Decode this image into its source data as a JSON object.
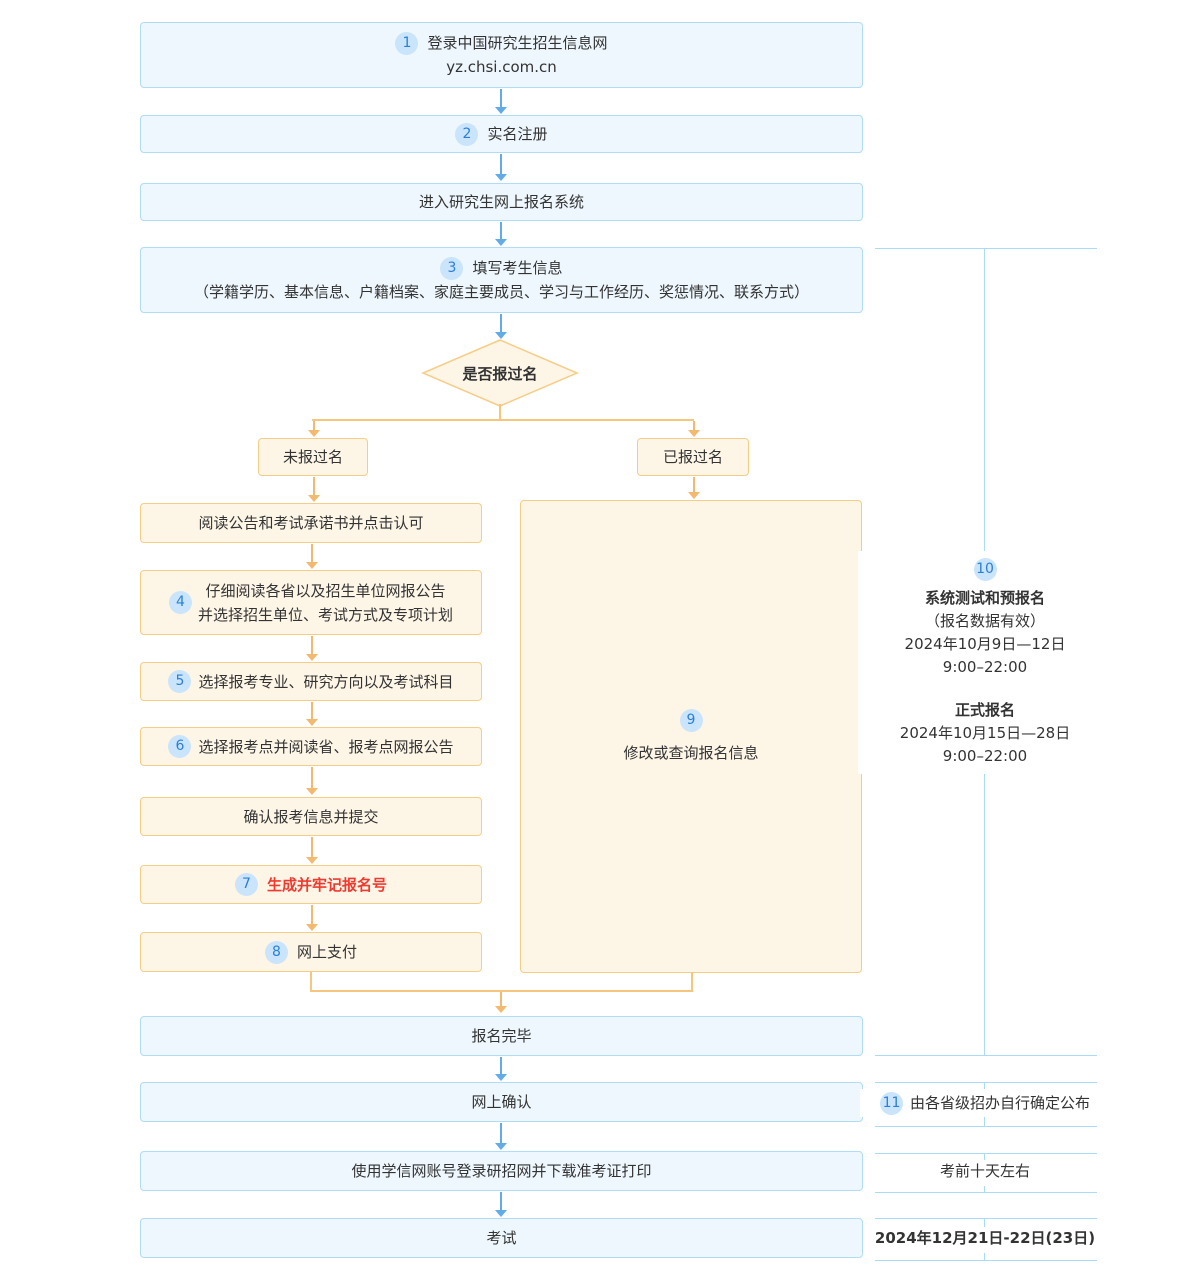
{
  "colors": {
    "blue_box_bg": "#eef7fd",
    "blue_box_border": "#b0dcf6",
    "orange_box_bg": "#fdf6e7",
    "orange_box_border": "#f6cd87",
    "blue_arrow": "#60abe8",
    "orange_arrow": "#f3b96e",
    "number_badge_bg": "#c9e4fb",
    "number_badge_text": "#2b7fd8",
    "highlight_red": "#f0392f",
    "panel_line_blue": "#a9daf6",
    "text": "#333333"
  },
  "steps": {
    "s1": {
      "num": "1",
      "line1": "登录中国研究生招生信息网",
      "line2": "yz.chsi.com.cn"
    },
    "s2": {
      "num": "2",
      "label": "实名注册"
    },
    "enter": {
      "label": "进入研究生网上报名系统"
    },
    "s3": {
      "num": "3",
      "line1": "填写考生信息",
      "line2": "（学籍学历、基本信息、户籍档案、家庭主要成员、学习与工作经历、奖惩情况、联系方式）"
    },
    "decision": {
      "label": "是否报过名"
    },
    "branch_no": {
      "label": "未报过名"
    },
    "branch_yes": {
      "label": "已报过名"
    },
    "read_notice": {
      "label": "阅读公告和考试承诺书并点击认可"
    },
    "s4": {
      "num": "4",
      "line1": "仔细阅读各省以及招生单位网报公告",
      "line2": "并选择招生单位、考试方式及专项计划"
    },
    "s5": {
      "num": "5",
      "label": "选择报考专业、研究方向以及考试科目"
    },
    "s6": {
      "num": "6",
      "label": "选择报考点并阅读省、报考点网报公告"
    },
    "confirm_submit": {
      "label": "确认报考信息并提交"
    },
    "s7": {
      "num": "7",
      "label": "生成并牢记报名号"
    },
    "s8": {
      "num": "8",
      "label": "网上支付"
    },
    "s9": {
      "num": "9",
      "label": "修改或查询报名信息"
    },
    "done": {
      "label": "报名完毕"
    },
    "confirm_online": {
      "label": "网上确认"
    },
    "download": {
      "label": "使用学信网账号登录研招网并下载准考证打印"
    },
    "exam": {
      "label": "考试"
    }
  },
  "side": {
    "s10": {
      "num": "10",
      "title1": "系统测试和预报名",
      "sub1": "（报名数据有效）",
      "date1": "2024年10月9日—12日",
      "time1": "9:00–22:00",
      "title2": "正式报名",
      "date2": "2024年10月15日—28日",
      "time2": "9:00–22:00"
    },
    "s11": {
      "num": "11",
      "label": "由各省级招办自行确定公布"
    },
    "note_download": {
      "label": "考前十天左右"
    },
    "note_exam": {
      "label": "2024年12月21日-22日(23日)"
    }
  }
}
